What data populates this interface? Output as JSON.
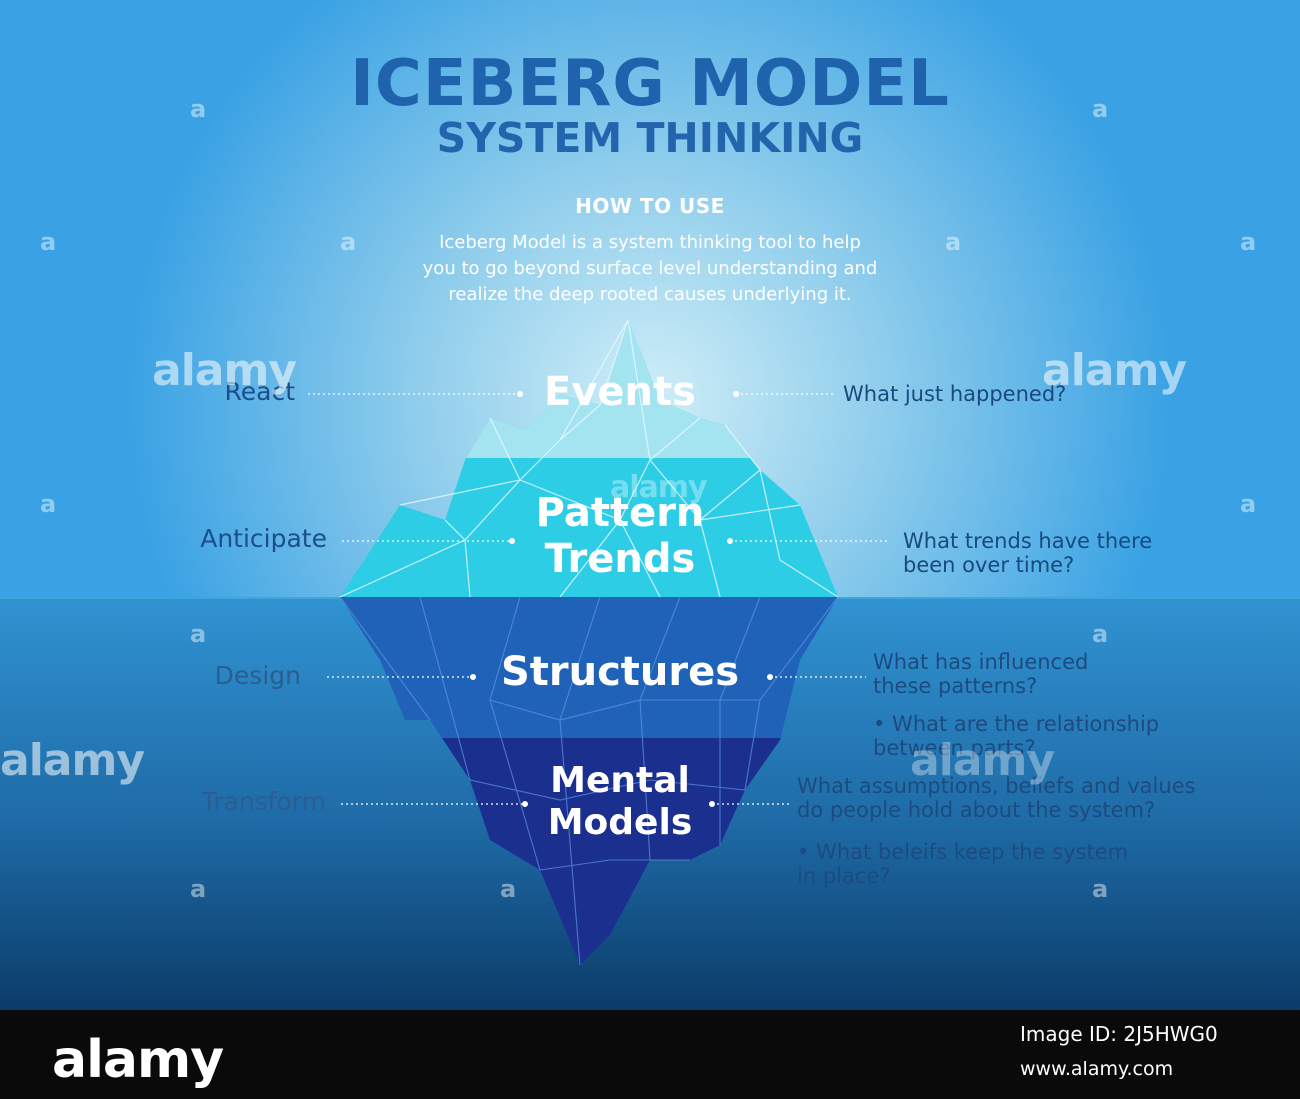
{
  "title": "ICEBERG MODEL",
  "subtitle": "SYSTEM THINKING",
  "how_to_use": {
    "heading": "HOW TO USE",
    "lines": [
      "Iceberg Model is a system thinking tool to help",
      "you to go beyond surface level understanding and",
      "realize the deep rooted causes underlying it."
    ]
  },
  "levels": [
    {
      "action": "React",
      "name": [
        "Events"
      ],
      "questions": [
        "What just happened?"
      ]
    },
    {
      "action": "Anticipate",
      "name": [
        "Pattern",
        "Trends"
      ],
      "questions": [
        "What trends have there",
        "been over time?"
      ]
    },
    {
      "action": "Design",
      "name": [
        "Structures"
      ],
      "questions": [
        "What has influenced",
        "these patterns?",
        "• What are the relationship",
        "between parts?"
      ]
    },
    {
      "action": "Transform",
      "name": [
        "Mental",
        "Models"
      ],
      "questions": [
        "What assumptions, beliefs and values",
        "do people hold about the system?",
        "• What beleifs keep the system",
        "in place?"
      ]
    }
  ],
  "watermark": {
    "brand": "alamy",
    "letter": "a"
  },
  "footer": {
    "brand": "alamy",
    "image_id": "Image ID: 2J5HWG0",
    "url": "www.alamy.com"
  },
  "colors": {
    "sky_top": "#3aa6e9",
    "sky_glow": "#c8e9f5",
    "water_top": "#2f8fcf",
    "water_bottom": "#0b3f6e",
    "ice_top": "#a9e6f2",
    "ice_mid": "#2fd0e8",
    "ice_under": "#1f5fb5",
    "ice_deep": "#1a2e8c",
    "title": "#1f63ad"
  }
}
